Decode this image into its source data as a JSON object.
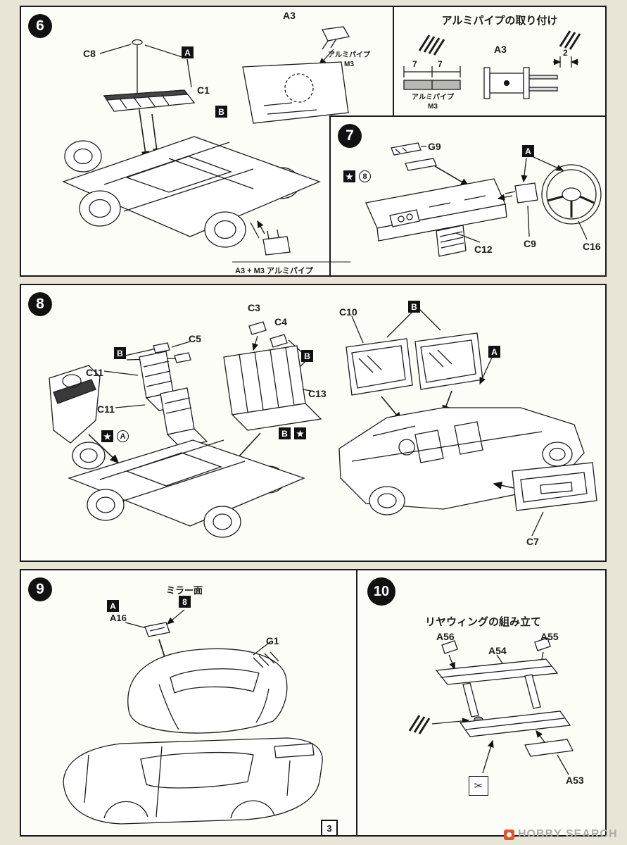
{
  "page": {
    "number": "3",
    "brand": "HOBBY SEARCH"
  },
  "icons": {
    "star": "★",
    "cutter": "✂"
  },
  "step6": {
    "num": "6",
    "c8": "C8",
    "box_a": "A",
    "c1": "C1",
    "box_b": "B",
    "a3": "A3",
    "pipe_name": "アルミパイプ",
    "pipe_size": "M3",
    "footnote": "A3 + M3 アルミパイプ"
  },
  "pipe_guide": {
    "title": "アルミパイプの取り付け",
    "dim1": "7",
    "dim2": "7",
    "dim3": "2",
    "pipe_name": "アルミパイプ",
    "pipe_size": "M3",
    "a3": "A3"
  },
  "step7": {
    "num": "7",
    "g9": "G9",
    "box_a": "A",
    "star_num": "8",
    "c12": "C12",
    "c9": "C9",
    "c16": "C16"
  },
  "step8": {
    "num": "8",
    "c3": "C3",
    "c4": "C4",
    "c5": "C5",
    "box_b1": "B",
    "box_b2": "B",
    "c11a": "C11",
    "c11b": "C11",
    "c13": "C13",
    "circle_a": "A",
    "box_b3": "B",
    "c10": "C10",
    "box_b4": "B",
    "box_a": "A",
    "c7": "C7"
  },
  "step9": {
    "num": "9",
    "mirror_label": "ミラー面",
    "mirror_num": "8",
    "box_a": "A",
    "a16": "A16",
    "g1": "G1"
  },
  "step10": {
    "num": "10",
    "title": "リヤウィングの組み立て",
    "a56": "A56",
    "a54": "A54",
    "a55": "A55",
    "a53": "A53"
  },
  "colors": {
    "paper": "#e8e5d6",
    "ink": "#1a1a1a",
    "pipe_fill": "#b9b9b4",
    "brand_red": "#e2552e",
    "brand_gray": "#ababa8"
  }
}
